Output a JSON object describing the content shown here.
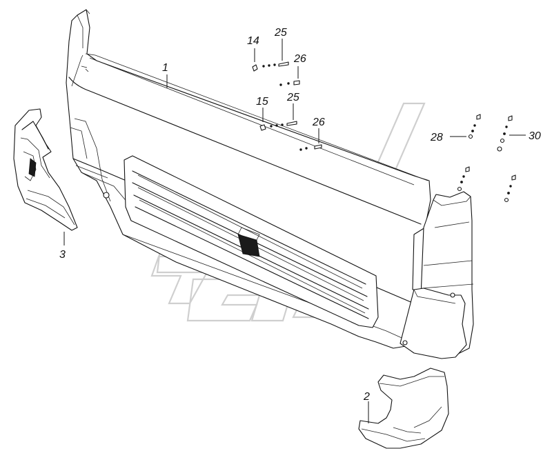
{
  "callouts": {
    "c1": "1",
    "c2": "2",
    "c3": "3",
    "c14": "14",
    "c15": "15",
    "c25a": "25",
    "c25b": "25",
    "c26a": "26",
    "c26b": "26",
    "c28": "28",
    "c30": "30"
  }
}
